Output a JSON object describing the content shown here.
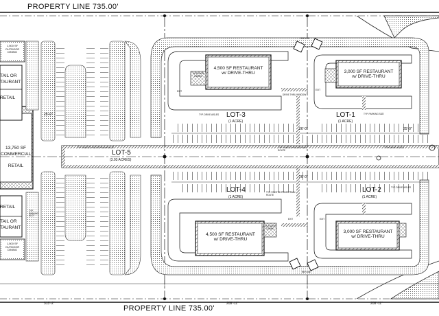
{
  "property_line": {
    "top": "PROPERTY LINE  735.00'",
    "bottom": "PROPERTY LINE  735.00'"
  },
  "lots": {
    "lot1": {
      "name": "LOT-1",
      "area": "(1 ACRE)",
      "building_line1": "3,000 SF RESTAURANT",
      "building_line2": "w/ DRIVE-THRU"
    },
    "lot2": {
      "name": "LOT-2",
      "area": "(1 ACRE)",
      "building_line1": "3,000 SF RESTAURANT",
      "building_line2": "w/ DRIVE-THRU"
    },
    "lot3": {
      "name": "LOT-3",
      "area": "(1 ACRE)",
      "building_line1": "4,500 SF RESTAURANT",
      "building_line2": "w/ DRIVE-THRU"
    },
    "lot4": {
      "name": "LOT-4",
      "area": "(1 ACRE)",
      "building_line1": "4,500 SF RESTAURANT",
      "building_line2": "w/ DRIVE-THRU"
    },
    "lot5": {
      "name": "LOT-5",
      "area": "(3.03 ACRES)"
    }
  },
  "retail": {
    "building_line1": "13,750 SF",
    "building_line2": "COMMERCIAL",
    "building_line3": "RETAIL",
    "tenant_top1": "TAIL OR",
    "tenant_top2": "TAURANT",
    "tenant_top3": "RETAIL",
    "tenant_bottom1": "RETAIL",
    "tenant_bottom2": "TAIL OR",
    "tenant_bottom3": "TAURANT"
  },
  "outdoor_dining": {
    "top_line1": "1,500 SF",
    "top_line2": "OUTDOOR",
    "top_line3": "DINING",
    "bottom_line1": "1,500 SF",
    "bottom_line2": "OUTDOOR",
    "bottom_line3": "DINING"
  },
  "small_notes": {
    "refuse": "REFUSE",
    "exit": "EXIT",
    "drive_thru_window": "DRIVE THRU WINDOW",
    "typ_drive_aisles": "TYP. DRIVE AISLES",
    "typ_parking_size": "TYP. PARKING SIZE",
    "typ_painted_pedestrian_route": "TYP. PAINTED PEDESTRIAN ROUTE",
    "typ_parking_slot": "TYP. PARKING SLOT",
    "outdoor_dining_small": "OUTDOOR DINING"
  },
  "dimensions": {
    "radius_25": "25'-0\"",
    "radius_26": "26'-0\"",
    "radius_26b": "26'-0\"",
    "width_left": "313'-2\"",
    "width_mid": "208'-11\"",
    "width_right": "208'-11\""
  }
}
